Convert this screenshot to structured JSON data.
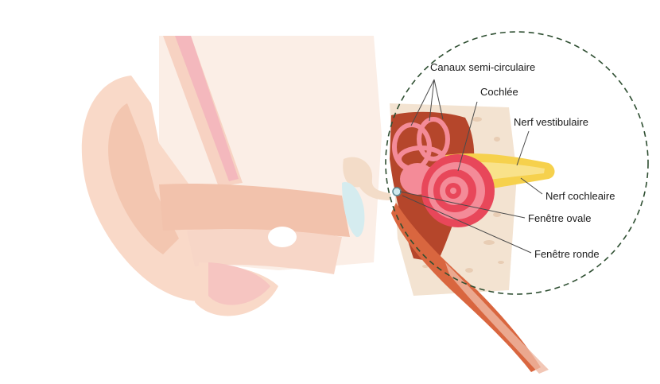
{
  "labels": {
    "semicircular_canals": "Canaux semi-circulaire",
    "cochlea": "Cochlée",
    "vestibular_nerve": "Nerf vestibulaire",
    "cochlear_nerve": "Nerf cochleaire",
    "oval_window": "Fenêtre ovale",
    "round_window": "Fenêtre ronde"
  },
  "colors": {
    "skin_light": "#fbe3d6",
    "skin_mid": "#f5cdbb",
    "skin_dark": "#efb9a4",
    "bone": "#f3e3d1",
    "cartilage_pink": "#f4b8bd",
    "eardrum_blue": "#d5ecef",
    "cochlea_red": "#e8475a",
    "cochlea_pink": "#f48b98",
    "nerve_yellow": "#f6d14d",
    "cavity_brown": "#b5462b",
    "tube_orange": "#d9663f",
    "dashed_circle": "#2f4f32"
  }
}
